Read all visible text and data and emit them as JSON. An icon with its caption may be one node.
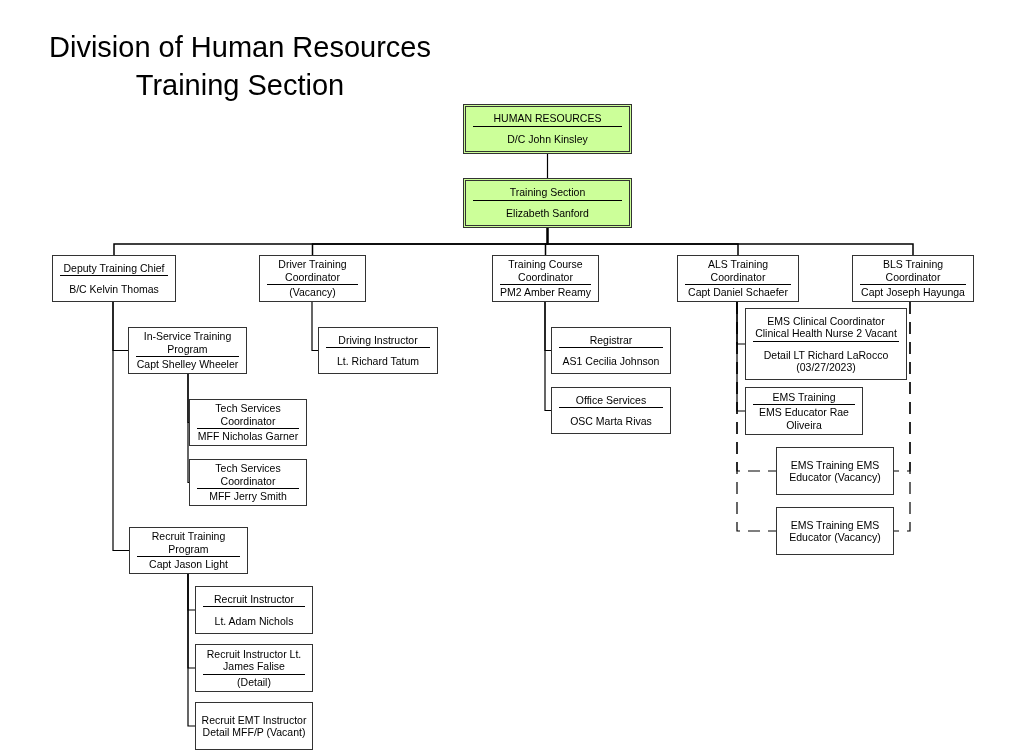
{
  "diagram": {
    "title": "Division of Human Resources Training Section",
    "nodes": [
      {
        "text": [
          "HUMAN RESOURCES",
          "D/C John Kinsley"
        ]
      },
      {
        "text": [
          "Training Section",
          "Elizabeth Sanford"
        ]
      },
      {
        "text": [
          "Deputy Training Chief",
          "B/C Kelvin Thomas"
        ]
      },
      {
        "text": [
          "Driver Training Coordinator",
          "(Vacancy)"
        ]
      },
      {
        "text": [
          "Training Course Coordinator",
          "PM2 Amber Reamy"
        ]
      },
      {
        "text": [
          "ALS Training Coordinator",
          "Capt Daniel Schaefer"
        ]
      },
      {
        "text": [
          "BLS Training Coordinator",
          "Capt Joseph Hayunga"
        ]
      },
      {
        "text": [
          "In-Service Training Program",
          "Capt Shelley Wheeler"
        ]
      },
      {
        "text": [
          "Driving Instructor",
          "Lt. Richard Tatum"
        ]
      },
      {
        "text": [
          "Registrar",
          "AS1 Cecilia Johnson"
        ]
      },
      {
        "text": [
          "EMS Clinical Coordinator Clinical Health Nurse 2 Vacant",
          "Detail LT Richard LaRocco (03/27/2023)"
        ]
      },
      {
        "text": [
          "Tech Services Coordinator",
          "MFF Nicholas Garner"
        ]
      },
      {
        "text": [
          "Office Services",
          "OSC Marta Rivas"
        ]
      },
      {
        "text": [
          "EMS Training",
          "EMS Educator Rae Oliveira"
        ]
      },
      {
        "text": [
          "Tech Services Coordinator",
          "MFF Jerry Smith"
        ]
      },
      {
        "text": [
          "EMS Training EMS Educator (Vacancy)"
        ]
      },
      {
        "text": [
          "EMS Training EMS Educator (Vacancy)"
        ]
      },
      {
        "text": [
          "Recruit Training Program",
          "Capt Jason Light"
        ]
      },
      {
        "text": [
          "Recruit Instructor",
          "Lt. Adam Nichols"
        ]
      },
      {
        "text": [
          "Recruit Instructor Lt. James Falise",
          "(Detail)"
        ]
      },
      {
        "text": [
          "Recruit EMT Instructor Detail MFF/P (Vacant)"
        ]
      }
    ],
    "edges": [
      {
        "from": 0,
        "to": 1,
        "arrow": "none"
      },
      {
        "from": 1,
        "to": 2,
        "arrow": "none"
      },
      {
        "from": 1,
        "to": 3,
        "arrow": "none"
      },
      {
        "from": 1,
        "to": 4,
        "arrow": "none"
      },
      {
        "from": 1,
        "to": 5,
        "arrow": "none"
      },
      {
        "from": 1,
        "to": 6,
        "arrow": "none"
      },
      {
        "from": 2,
        "to": 7,
        "arrow": "none"
      },
      {
        "from": 2,
        "to": 17,
        "arrow": "none"
      },
      {
        "from": 7,
        "to": 11,
        "arrow": "none"
      },
      {
        "from": 7,
        "to": 14,
        "arrow": "none"
      },
      {
        "from": 17,
        "to": 18,
        "arrow": "none"
      },
      {
        "from": 17,
        "to": 19,
        "arrow": "none"
      },
      {
        "from": 17,
        "to": 20,
        "arrow": "none"
      },
      {
        "from": 3,
        "to": 8,
        "arrow": "none"
      },
      {
        "from": 4,
        "to": 9,
        "arrow": "none"
      },
      {
        "from": 4,
        "to": 12,
        "arrow": "none"
      },
      {
        "from": 5,
        "to": 10,
        "arrow": "none"
      },
      {
        "from": 5,
        "to": 13,
        "arrow": "none"
      },
      {
        "from": 5,
        "to": 15,
        "arrow": "none",
        "style": "dashed"
      },
      {
        "from": 5,
        "to": 16,
        "arrow": "none",
        "style": "dashed"
      },
      {
        "from": 6,
        "to": 15,
        "arrow": "none",
        "style": "dashed"
      },
      {
        "from": 6,
        "to": 16,
        "arrow": "none",
        "style": "dashed"
      }
    ]
  }
}
